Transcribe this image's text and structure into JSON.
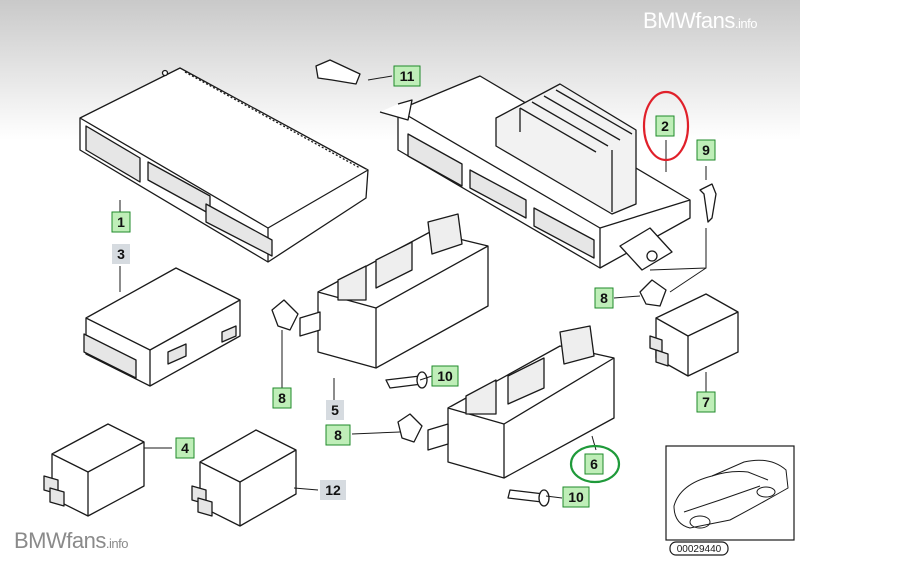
{
  "watermark": {
    "brand": "BMWfans",
    "suffix": ".info"
  },
  "callouts": [
    {
      "id": "1",
      "label": "1",
      "style": "green"
    },
    {
      "id": "2",
      "label": "2",
      "style": "green"
    },
    {
      "id": "3",
      "label": "3",
      "style": "gray"
    },
    {
      "id": "4",
      "label": "4",
      "style": "green"
    },
    {
      "id": "5",
      "label": "5",
      "style": "gray"
    },
    {
      "id": "6",
      "label": "6",
      "style": "green"
    },
    {
      "id": "7",
      "label": "7",
      "style": "green"
    },
    {
      "id": "8a",
      "label": "8",
      "style": "green"
    },
    {
      "id": "8b",
      "label": "8",
      "style": "green"
    },
    {
      "id": "8c",
      "label": "8",
      "style": "green"
    },
    {
      "id": "9",
      "label": "9",
      "style": "green"
    },
    {
      "id": "10a",
      "label": "10",
      "style": "green"
    },
    {
      "id": "10b",
      "label": "10",
      "style": "green"
    },
    {
      "id": "11",
      "label": "11",
      "style": "green"
    },
    {
      "id": "12",
      "label": "12",
      "style": "gray"
    }
  ],
  "highlights": [
    {
      "target": "2",
      "color": "#e0202a"
    },
    {
      "target": "6",
      "color": "#1f9a3a"
    }
  ],
  "diagram_number": "00029440",
  "colors": {
    "green_box": "#bfeeb8",
    "green_border": "#1f8a2a",
    "gray_box": "#d6dbe0",
    "line": "#1a1a1a",
    "part_fill": "#ffffff"
  }
}
